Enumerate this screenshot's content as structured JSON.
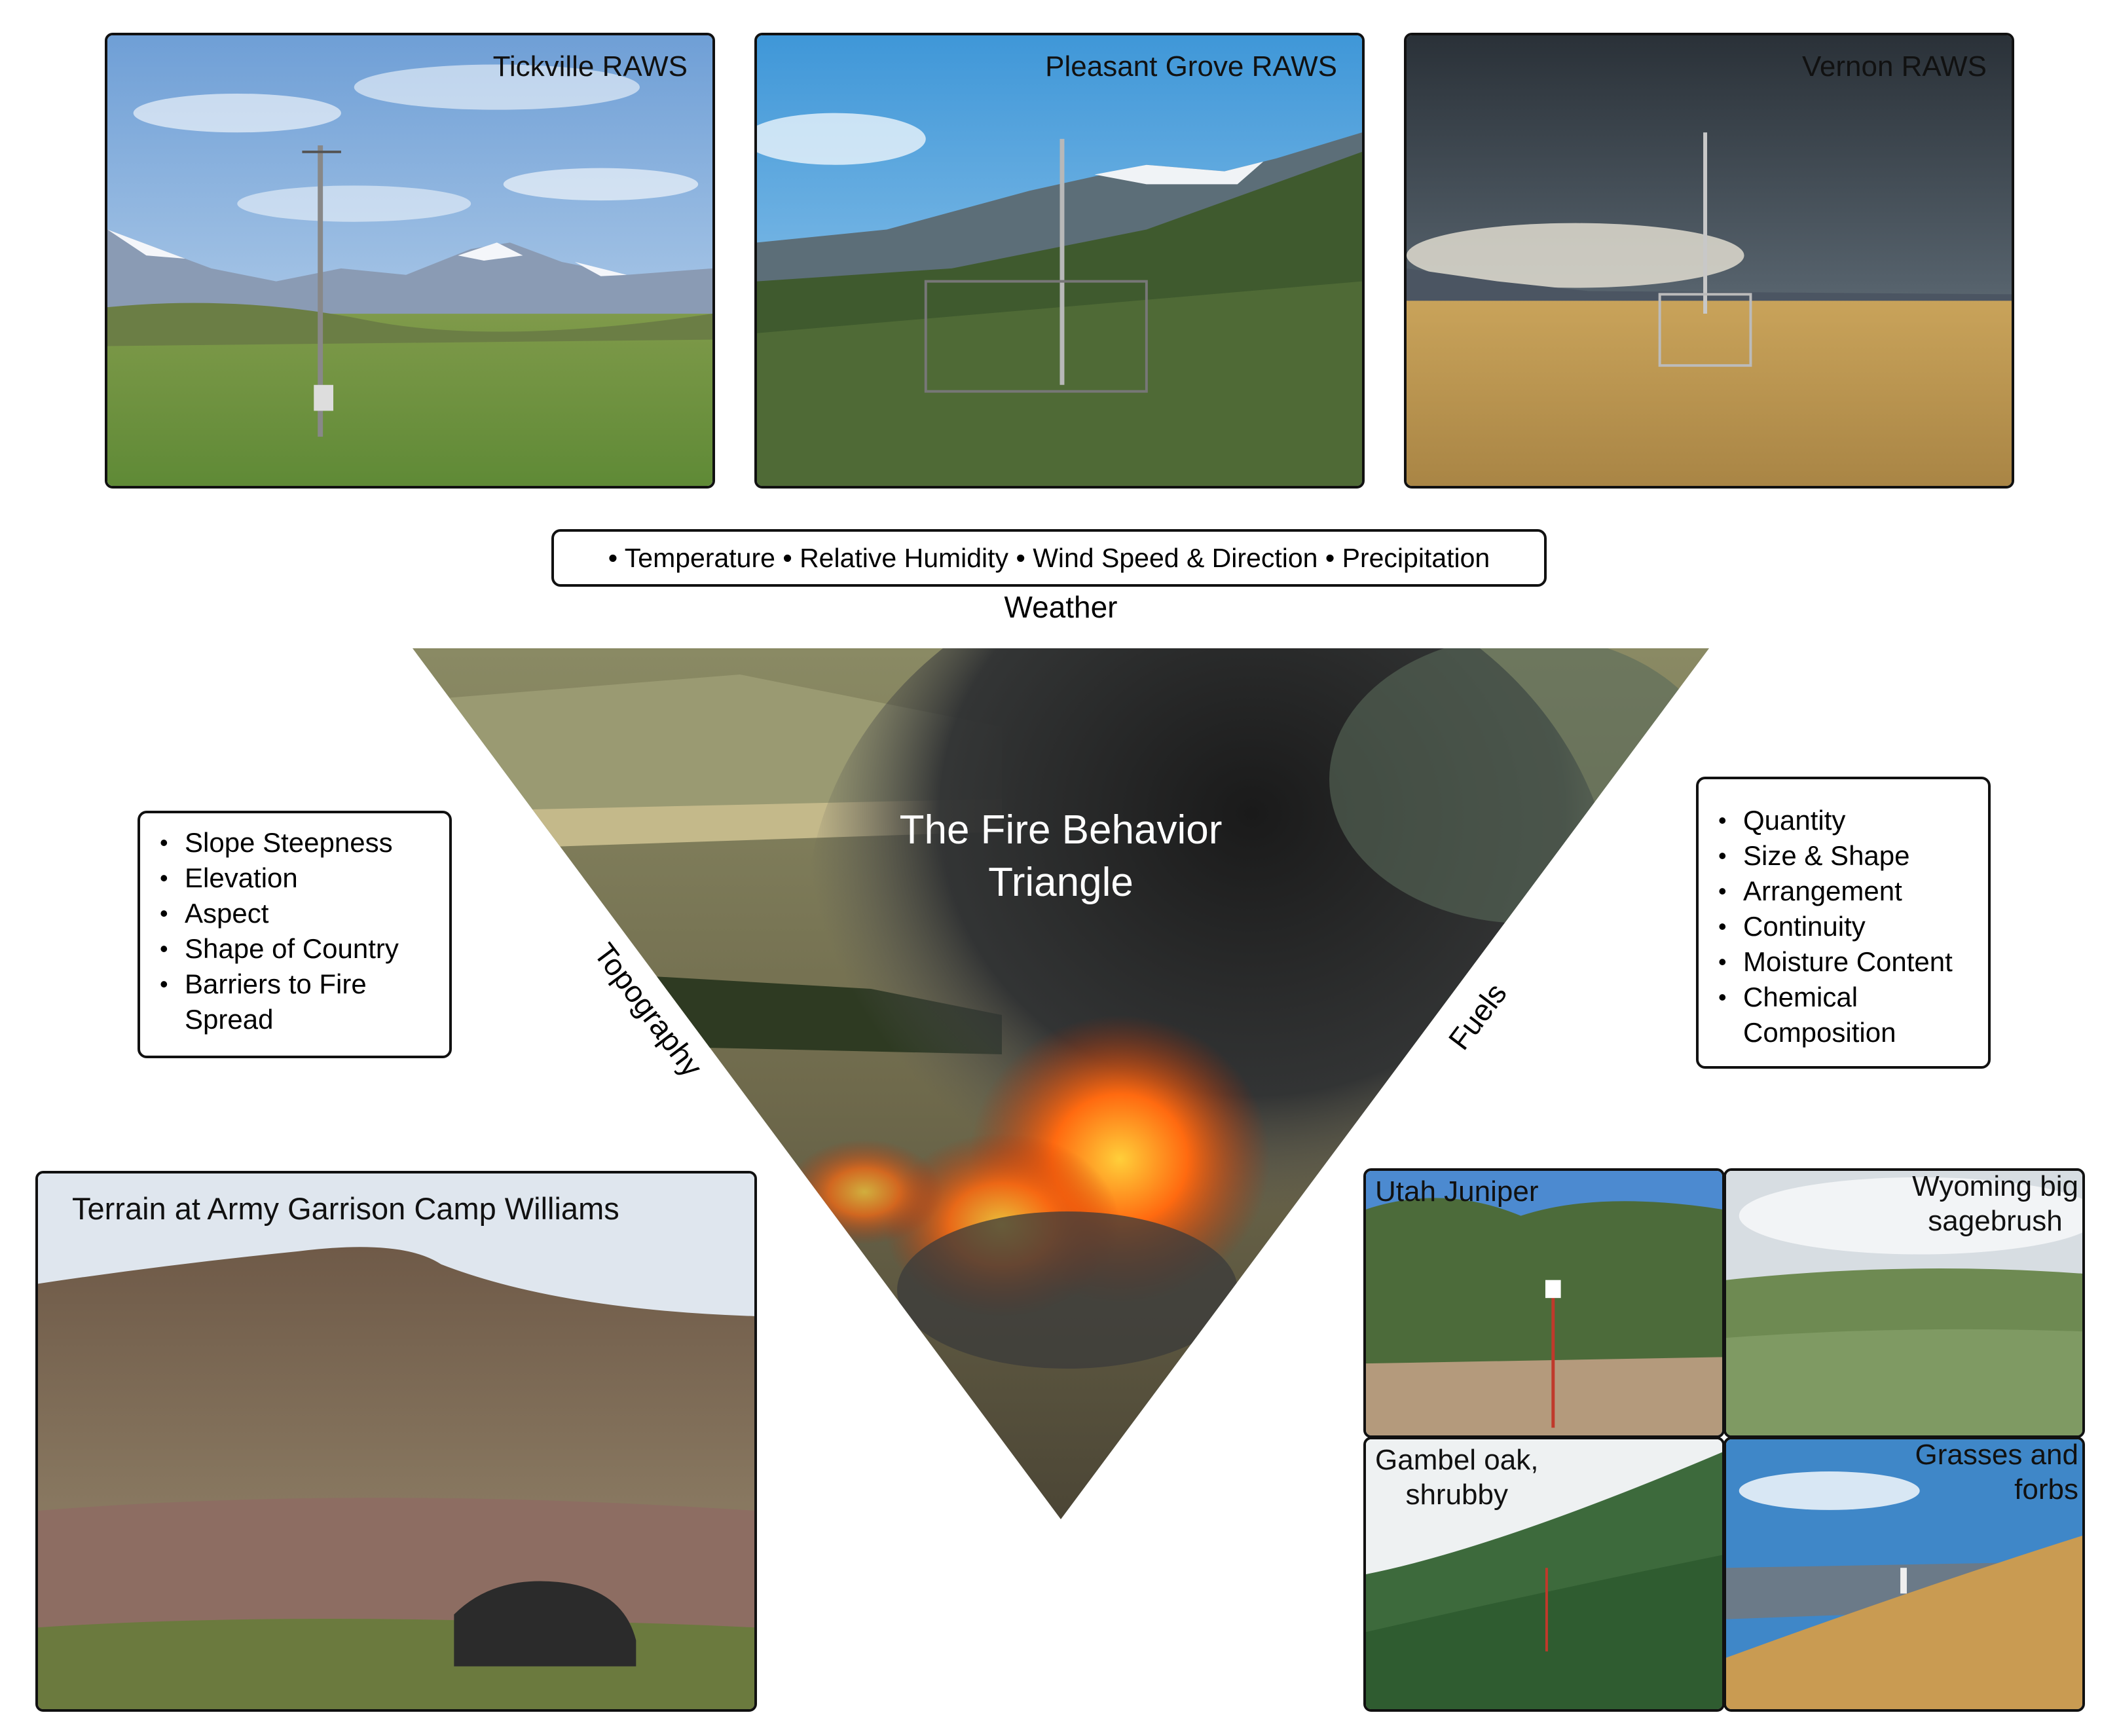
{
  "weather": {
    "stations": [
      {
        "name": "Tickville RAWS"
      },
      {
        "name": "Pleasant Grove RAWS"
      },
      {
        "name": "Vernon RAWS"
      }
    ],
    "factors_line": "• Temperature • Relative Humidity • Wind Speed & Direction • Precipitation",
    "label": "Weather"
  },
  "triangle": {
    "title_line1": "The Fire Behavior",
    "title_line2": "Triangle"
  },
  "topography": {
    "label": "Topography",
    "items": [
      "Slope Steepness",
      "Elevation",
      "Aspect",
      "Shape of Country",
      "Barriers to Fire",
      "Spread"
    ],
    "photo_caption": "Terrain at Army Garrison Camp Williams"
  },
  "fuels": {
    "label": "Fuels",
    "items": [
      "Quantity",
      "Size & Shape",
      "Arrangement",
      "Continuity",
      "Moisture Content",
      "Chemical",
      "Composition"
    ],
    "photos": [
      {
        "caption_line1": "Utah Juniper",
        "caption_line2": ""
      },
      {
        "caption_line1": "Wyoming big",
        "caption_line2": "sagebrush"
      },
      {
        "caption_line1": "Gambel oak,",
        "caption_line2": "shrubby"
      },
      {
        "caption_line1": "Grasses and",
        "caption_line2": "forbs"
      }
    ]
  }
}
